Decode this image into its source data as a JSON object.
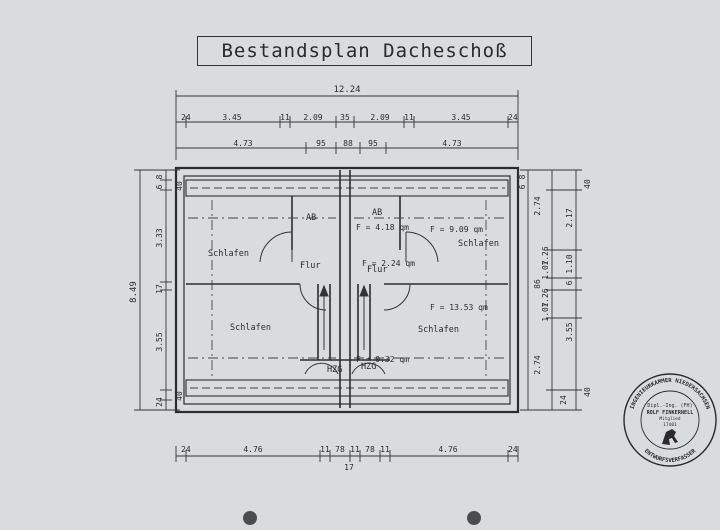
{
  "title": "Bestandsplan Dacheschoß",
  "dims_top": {
    "overall": "12.24",
    "row2": [
      "24",
      "3.45",
      "11",
      "2.09",
      "35",
      "2.09",
      "11",
      "3.45",
      "24"
    ],
    "row3": [
      "4.73",
      "95",
      "88",
      "95",
      "4.73"
    ]
  },
  "dims_bottom": [
    "24",
    "4.76",
    "11",
    "78",
    "11",
    "78",
    "11",
    "4.76",
    "24",
    "17"
  ],
  "dims_left": [
    "6",
    "8",
    "3.33",
    "17",
    "3.55",
    "24",
    "8.49",
    "40",
    "40"
  ],
  "dims_right": [
    "6",
    "8",
    "40",
    "2.74",
    "2.17",
    "1.26",
    "1.07",
    "1.10",
    "6",
    "86",
    "1.26",
    "1.07",
    "3.55",
    "2.74",
    "24",
    "40"
  ],
  "rooms": {
    "schlafen_tl": "Schlafen",
    "schlafen_bl": "Schlafen",
    "schlafen_tr": "Schlafen",
    "schlafen_br": "Schlafen",
    "ab_left": "AB",
    "ab_right": "AB",
    "flur_left": "Flur",
    "flur_right": "Flur",
    "hzg_left": "HZG",
    "hzg_right": "HZG"
  },
  "areas": {
    "ab": "F = 4.18 qm",
    "schlafen_tr": "F = 9.09 qm",
    "flur": "F = 2.24 qm",
    "schlafen_br": "F = 13.53 qm",
    "hzg": "F = 0.32 qm"
  },
  "stamp": {
    "outer_top": "INGENIEURKAMMER NIEDERSACHSEN",
    "outer_bottom": "ENTWURFSVERFASSER",
    "line1": "Dipl.-Ing. (FH)",
    "line2": "ROLF FINKERNELL",
    "line3": "Mitglied",
    "line4": "17401"
  },
  "icons": [
    "punch-hole-icon",
    "stamp-horse-icon"
  ]
}
